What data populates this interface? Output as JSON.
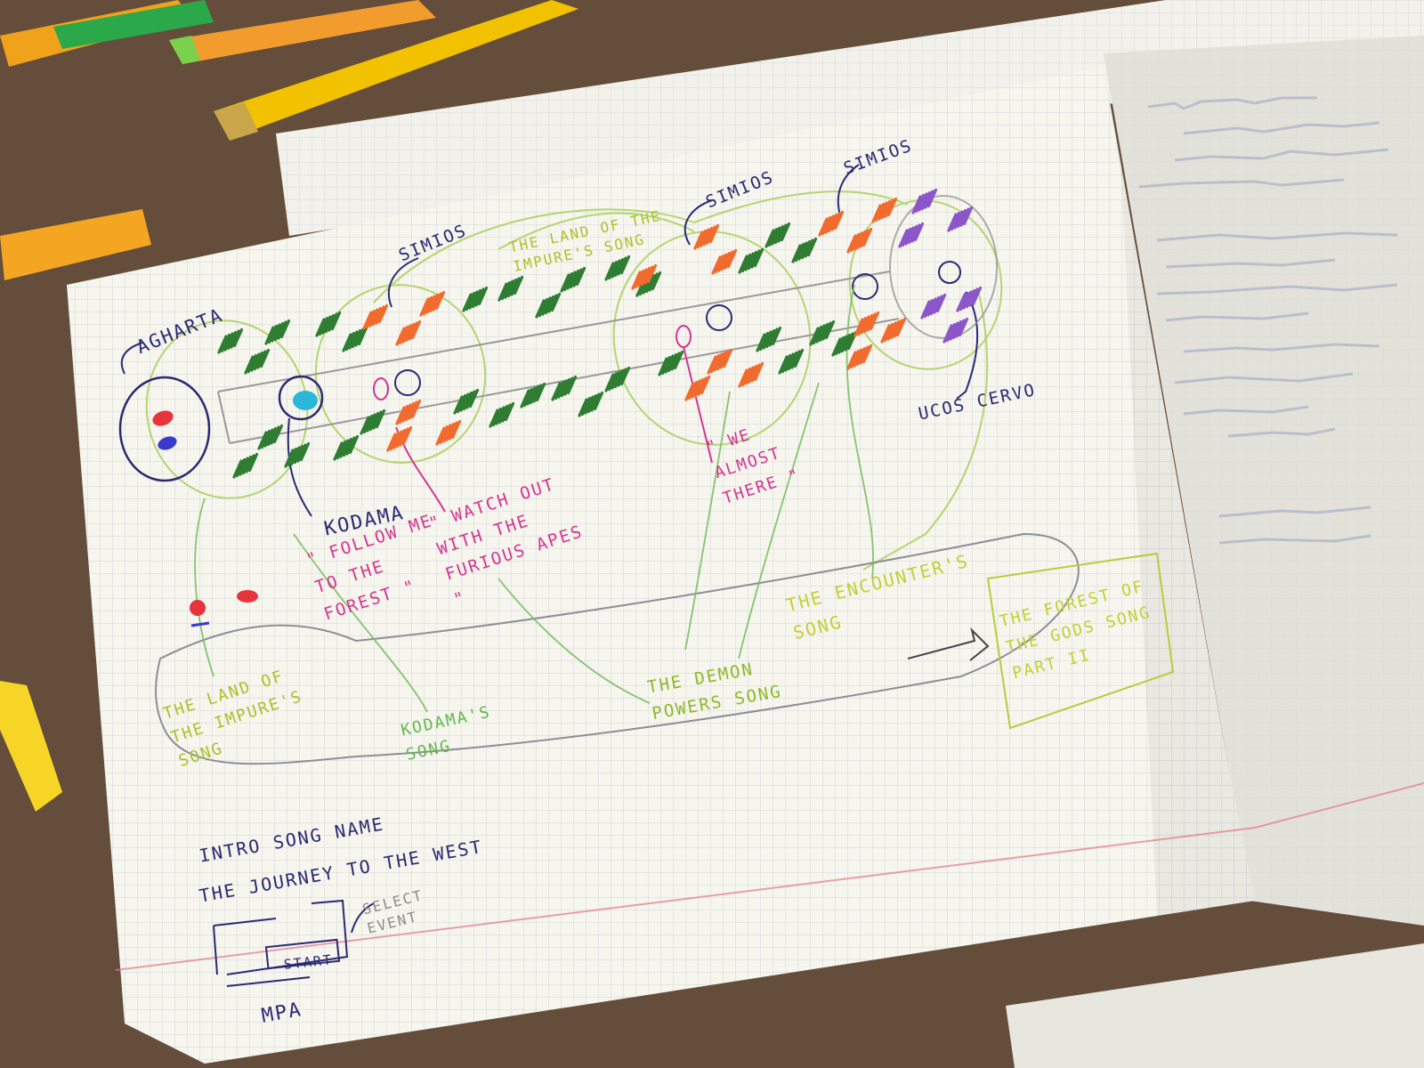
{
  "sketch": {
    "place_labels": {
      "agharta": "AGHARTA",
      "simios_1": "SIMIOS",
      "simios_2": "SIMIOS",
      "simios_3": "SIMIOS",
      "koadama": "KODAMA",
      "ucos_cervo": "UCOS CERVO"
    },
    "quotes": {
      "follow_me": "\" FOLLOW ME TO THE FOREST \"",
      "watch_out": "\" WATCH OUT WITH THE FURIOUS APES \"",
      "almost_there": "\" WE ALMOST THERE \""
    },
    "songs": {
      "land_top": "THE LAND OF THE IMPURE'S SONG",
      "land_bottom": "THE LAND OF THE IMPURE'S SONG",
      "koadama_song": "KODAMA'S SONG",
      "demon_song": "THE DEMON POWERS SONG",
      "encounters": "THE ENCOUNTER'S SONG",
      "forest_gods": "THE FOREST OF THE GODS SONG PART II"
    },
    "menu_notes": {
      "intro_label": "INTRO SONG NAME",
      "intro_title": "THE JOURNEY TO THE WEST",
      "select_event": "SELECT EVENT",
      "start": "START",
      "mpa": "MPA"
    }
  },
  "colors": {
    "ink_navy": "#2a2a72",
    "ink_pink": "#d5358f",
    "ink_lime": "#a9c22b",
    "ink_green": "#63b84a",
    "tree_green": "#2e7d32",
    "tree_orange": "#f26b2e",
    "tree_purple": "#8a56c9",
    "player_cyan": "#2bb8d8",
    "paper": "#f4f3ea",
    "table": "#6b5440"
  }
}
